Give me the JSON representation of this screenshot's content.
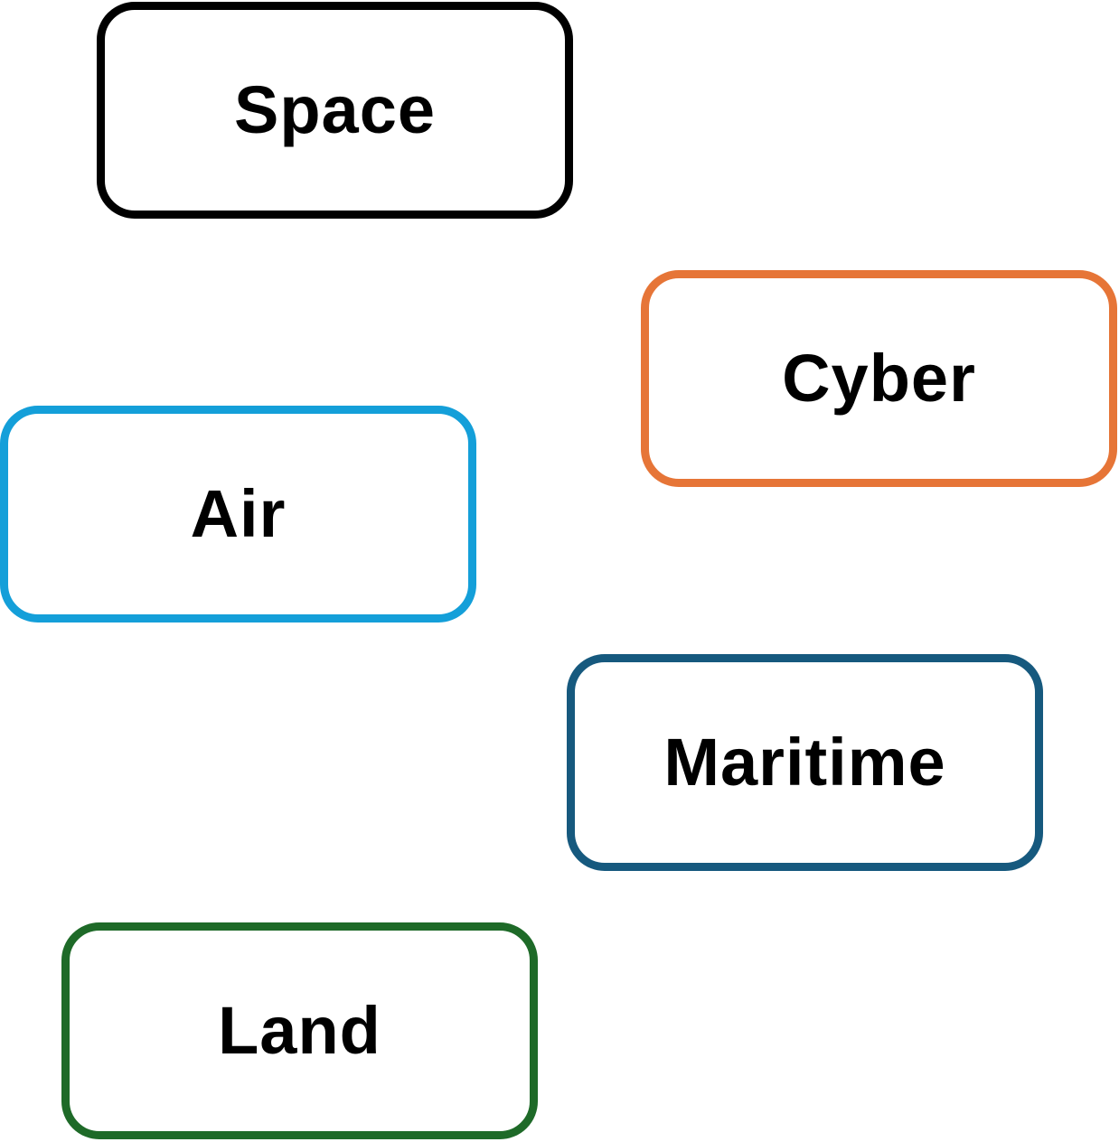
{
  "domains": {
    "space": {
      "label": "Space",
      "color": "#000000"
    },
    "cyber": {
      "label": "Cyber",
      "color": "#E67537"
    },
    "air": {
      "label": "Air",
      "color": "#149FD9"
    },
    "maritime": {
      "label": "Maritime",
      "color": "#16597E"
    },
    "land": {
      "label": "Land",
      "color": "#1E6A28"
    }
  }
}
